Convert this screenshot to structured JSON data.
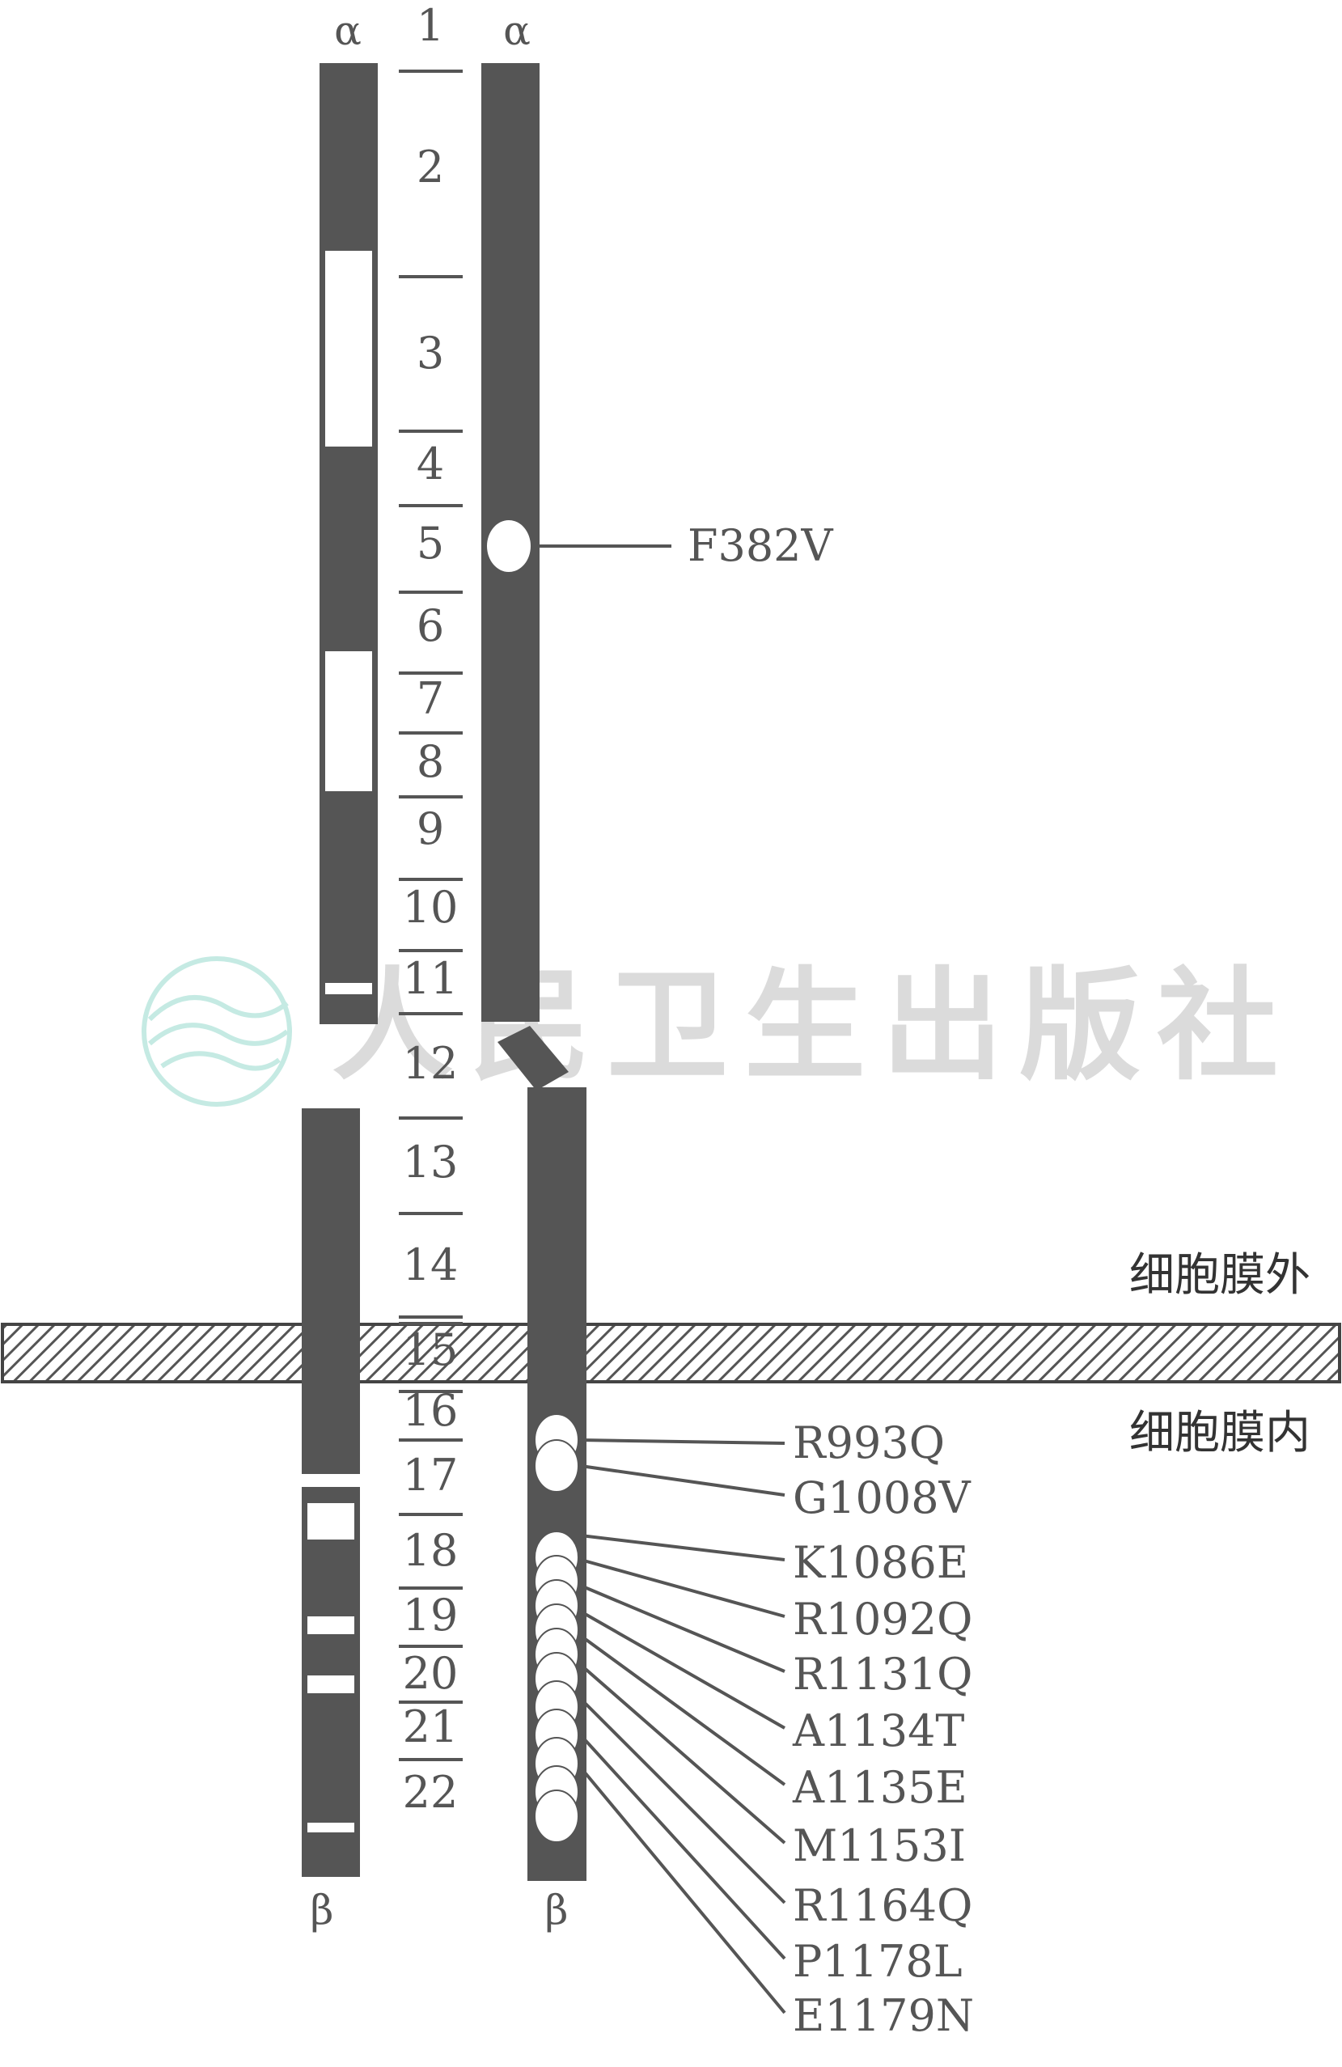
{
  "labels": {
    "alpha_left": "α",
    "alpha_right": "α",
    "beta_left": "β",
    "beta_right": "β"
  },
  "membrane": {
    "outside_label": "细胞膜外",
    "inside_label": "细胞膜内"
  },
  "watermark": {
    "text": "人民卫生出版社"
  },
  "exons": [
    "1",
    "2",
    "3",
    "4",
    "5",
    "6",
    "7",
    "8",
    "9",
    "10",
    "11",
    "12",
    "13",
    "14",
    "15",
    "16",
    "17",
    "18",
    "19",
    "20",
    "21",
    "22"
  ],
  "mutations": {
    "alpha": [
      "F382V"
    ],
    "beta": [
      "R993Q",
      "G1008V",
      "K1086E",
      "R1092Q",
      "R1131Q",
      "A1134T",
      "A1135E",
      "M1153I",
      "R1164Q",
      "P1178L",
      "E1179N"
    ]
  },
  "colors": {
    "chain": "#555555",
    "membrane_border": "#444444",
    "watermark_teal": "#bfe8e0",
    "watermark_grey": "#d8d8d8"
  }
}
